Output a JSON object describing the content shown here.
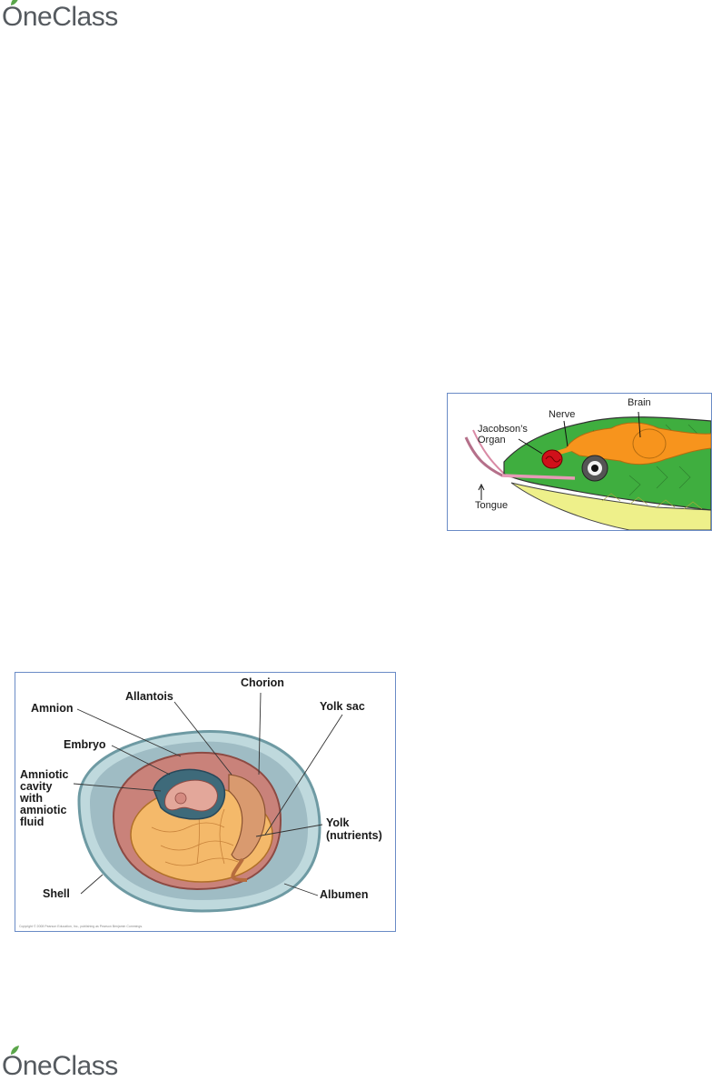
{
  "brand": {
    "name_first": "O",
    "name_rest": "neClass",
    "logo_icon": "leaf-icon",
    "color": "#555a5f",
    "leaf_color": "#5aa64a"
  },
  "snake_figure": {
    "labels": {
      "brain": "Brain",
      "nerve": "Nerve",
      "jacobsons_organ": "Jacobson’s\nOrgan",
      "tongue": "Tongue"
    }
  },
  "egg_figure": {
    "labels": {
      "chorion": "Chorion",
      "allantois": "Allantois",
      "amnion": "Amnion",
      "yolk_sac": "Yolk sac",
      "embryo": "Embryo",
      "amniotic_cavity": "Amniotic\ncavity\nwith\namniotic\nfluid",
      "yolk": "Yolk\n(nutrients)",
      "shell": "Shell",
      "albumen": "Albumen"
    },
    "copyright": "Copyright © 2008 Pearson Education, Inc., publishing as Pearson Benjamin Cummings."
  }
}
